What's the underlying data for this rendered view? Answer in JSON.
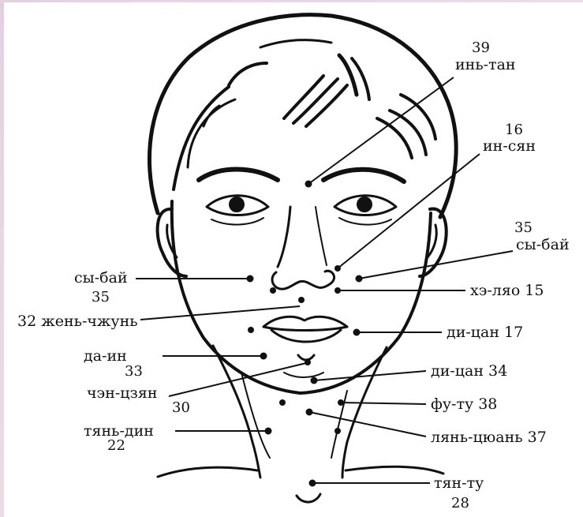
{
  "points": [
    {
      "name": "yin-tang",
      "number": "39",
      "label": "инь-тан"
    },
    {
      "name": "ying-xiang",
      "number": "16",
      "label": "ин-сян"
    },
    {
      "name": "si-bai-right",
      "number": "35",
      "label": "сы-бай"
    },
    {
      "name": "si-bai-left",
      "number": "35",
      "label": "сы-бай"
    },
    {
      "name": "he-liao",
      "number": "15",
      "label": "хэ-ляо 15"
    },
    {
      "name": "ren-zhong",
      "number": "32",
      "label": "32 жень-чжунь"
    },
    {
      "name": "di-cang-17",
      "number": "17",
      "label": "ди-цан 17"
    },
    {
      "name": "da-ying",
      "number": "33",
      "label": "да-ин"
    },
    {
      "name": "di-cang-34",
      "number": "34",
      "label": "ди-цан 34"
    },
    {
      "name": "cheng-jiang",
      "number": "30",
      "label": "чэн-цзян"
    },
    {
      "name": "fu-tu",
      "number": "38",
      "label": "фу-ту 38"
    },
    {
      "name": "tian-ding",
      "number": "22",
      "label": "тянь-дин"
    },
    {
      "name": "lian-quan",
      "number": "37",
      "label": "лянь-цюань 37"
    },
    {
      "name": "tian-tu",
      "number": "28",
      "label": "тян-ту"
    }
  ]
}
